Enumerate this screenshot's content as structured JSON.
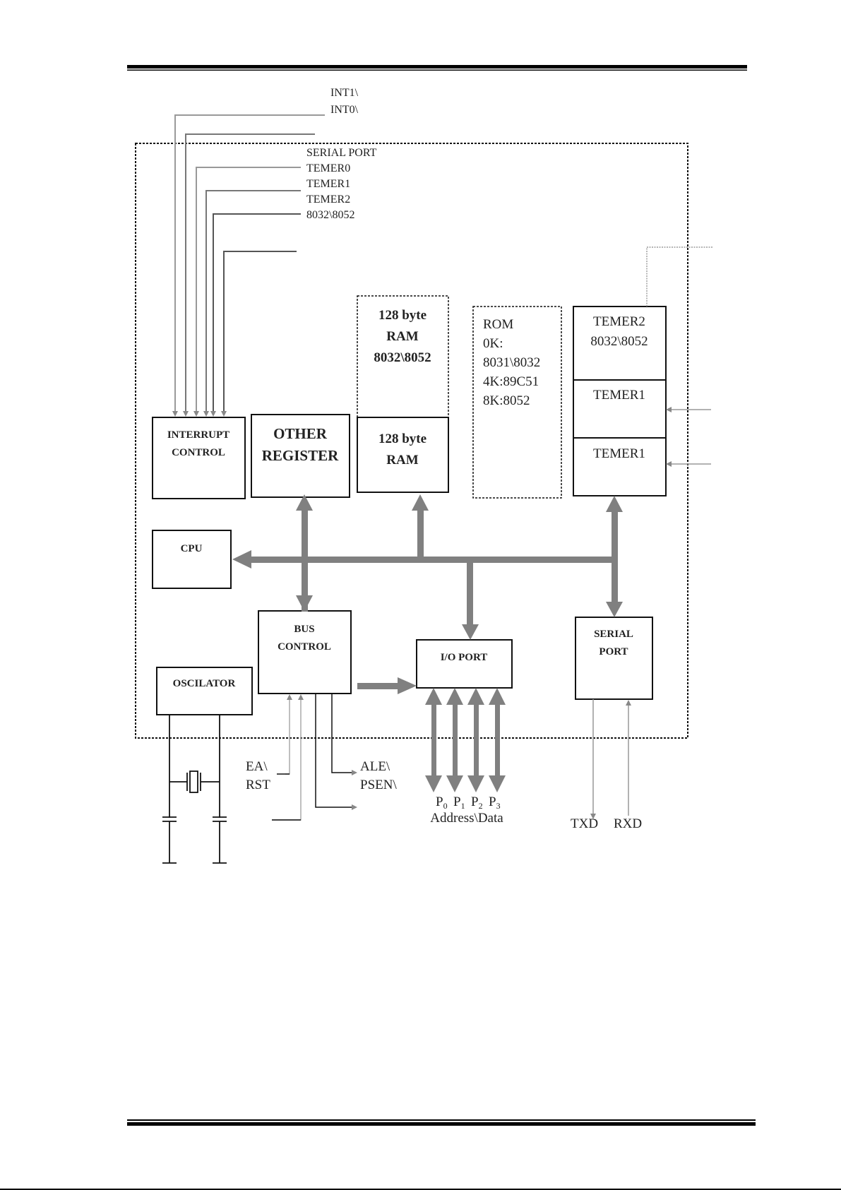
{
  "diagram": {
    "title": "8051 Microcontroller Block Diagram",
    "interrupt_inputs": [
      "INT1\\",
      "INT0\\",
      "SERIAL PORT",
      "TEMER0",
      "TEMER1",
      "TEMER2",
      "8032\\8052"
    ],
    "blocks": {
      "interrupt_control": [
        "INTERRUPT",
        "CONTROL"
      ],
      "other_register": [
        "OTHER",
        "REGISTER"
      ],
      "ram_ext": [
        "128 byte",
        "RAM",
        "8032\\8052"
      ],
      "ram": [
        "128 byte",
        "RAM"
      ],
      "rom": [
        "ROM",
        "0K:",
        "8031\\8032",
        "4K:89C51",
        "8K:8052"
      ],
      "timer2": [
        "TEMER2",
        "8032\\8052"
      ],
      "timer1a": [
        "TEMER1"
      ],
      "timer1b": [
        "TEMER1"
      ],
      "cpu": [
        "CPU"
      ],
      "bus_control": [
        "BUS",
        "CONTROL"
      ],
      "io_port": [
        "I/O PORT"
      ],
      "serial_port": [
        "SERIAL",
        "PORT"
      ],
      "oscillator": [
        "OSCILATOR"
      ]
    },
    "bus_signals": {
      "inputs": [
        "EA\\",
        "RST"
      ],
      "outputs": [
        "ALE\\",
        "PSEN\\"
      ]
    },
    "ports": {
      "names": [
        "P",
        "P",
        "P",
        "P"
      ],
      "subscripts": [
        "0",
        "1",
        "2",
        "3"
      ],
      "caption": "Address\\Data"
    },
    "serial_pins": [
      "TXD",
      "RXD"
    ]
  }
}
